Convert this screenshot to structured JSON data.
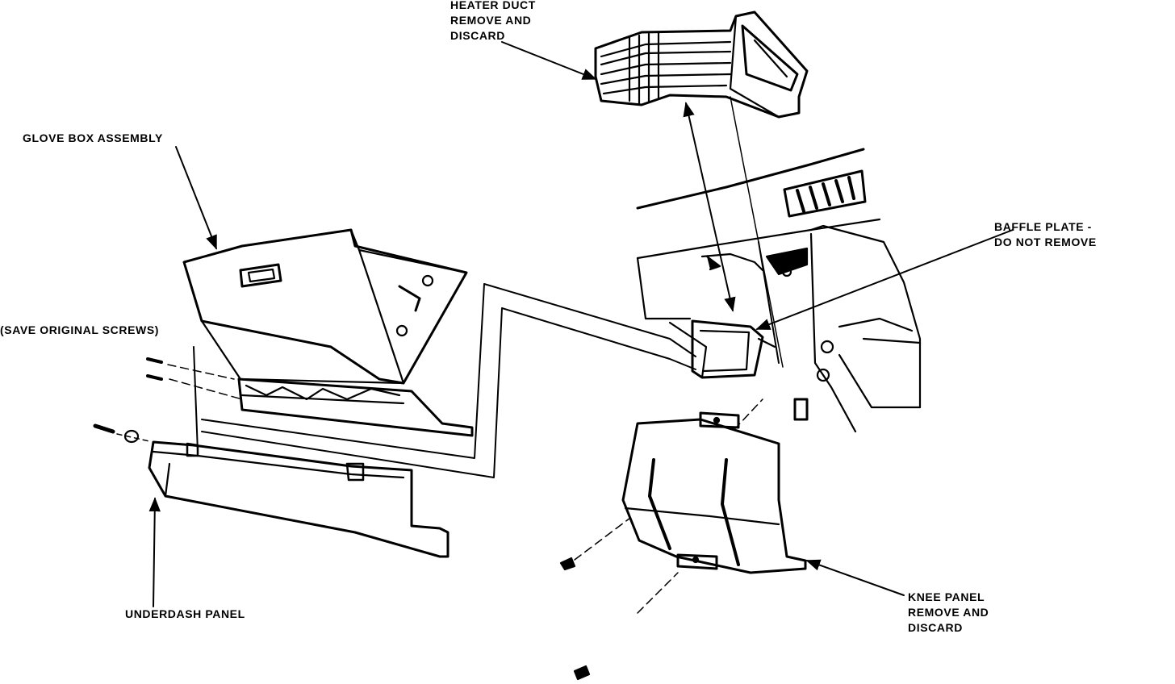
{
  "labels": {
    "heater_duct": [
      "HEATER DUCT",
      "REMOVE AND",
      "DISCARD"
    ],
    "glove_box": "GLOVE BOX ASSEMBLY",
    "save_screws": "(SAVE ORIGINAL SCREWS)",
    "baffle_plate": [
      "BAFFLE PLATE -",
      "DO NOT REMOVE"
    ],
    "underdash_panel": "UNDERDASH PANEL",
    "knee_panel": [
      "KNEE PANEL",
      "REMOVE  AND",
      "DISCARD"
    ]
  },
  "colors": {
    "ink": "#000000",
    "paper": "#ffffff"
  }
}
